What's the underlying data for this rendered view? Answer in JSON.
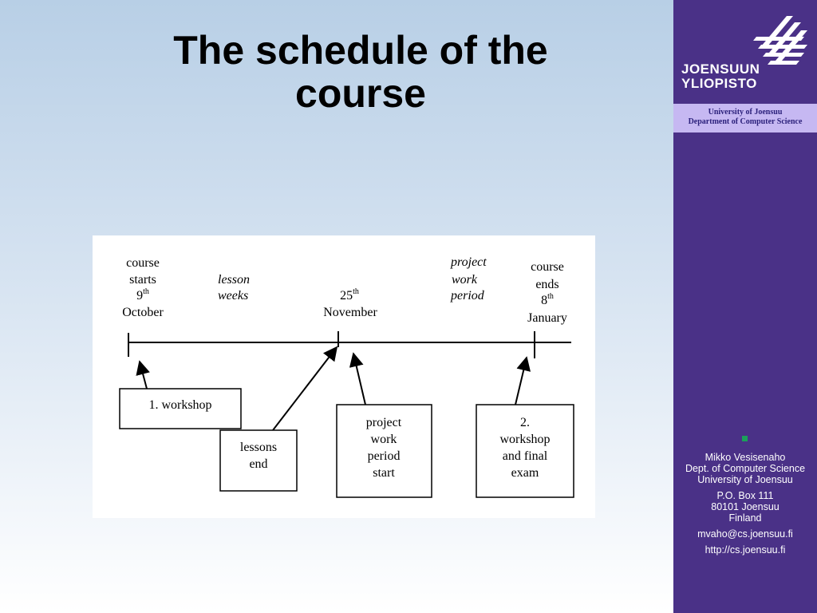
{
  "slide": {
    "title_lines": [
      "The schedule of the",
      "course"
    ]
  },
  "diagram": {
    "top_labels": {
      "start": [
        "course",
        "starts",
        "9",
        "th",
        "October"
      ],
      "lesson_weeks": [
        "lesson",
        "weeks"
      ],
      "middle": [
        "25",
        "th",
        "November"
      ],
      "project_work_period": [
        "project",
        "work",
        "period"
      ],
      "end": [
        "course",
        "ends",
        "8",
        "th",
        "January"
      ]
    },
    "boxes": {
      "workshop1": [
        "1. workshop"
      ],
      "lessons_end": [
        "lessons",
        "end"
      ],
      "project_start": [
        "project",
        "work",
        "period",
        "start"
      ],
      "workshop2": [
        "2.",
        "workshop",
        "and final",
        "exam"
      ]
    }
  },
  "sidebar": {
    "logo_lines": [
      "JOENSUUN",
      "YLIOPISTO"
    ],
    "banner_lines": [
      "University of Joensuu",
      "Department of Computer Science"
    ],
    "contact": {
      "name": "Mikko Vesisenaho",
      "dept": "Dept. of Computer Science",
      "university": "University of Joensuu",
      "box": "P.O. Box 111",
      "city": "80101 Joensuu",
      "country": "Finland",
      "email": "mvaho@cs.joensuu.fi",
      "web": "http://cs.joensuu.fi"
    }
  },
  "colors": {
    "sidebar": "#4a3187",
    "banner": "#c6b8f2",
    "bullet": "#1ba05a"
  }
}
